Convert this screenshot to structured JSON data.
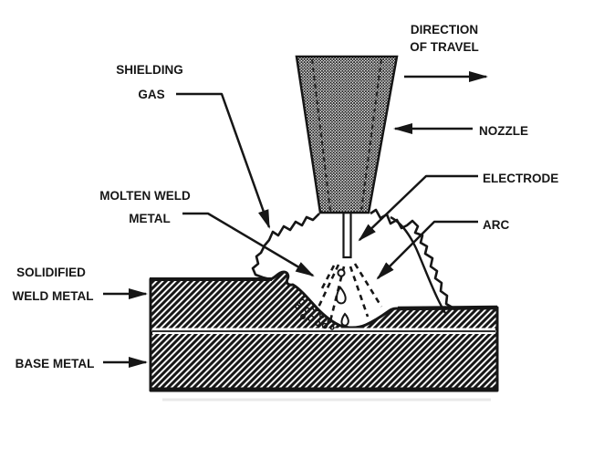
{
  "figure": {
    "background": "#ffffff",
    "ink": "#161616",
    "labels": {
      "direction_of_travel_line1": "DIRECTION",
      "direction_of_travel_line2": "OF TRAVEL",
      "shielding_gas_line1": "SHIELDING",
      "shielding_gas_line2": "GAS",
      "nozzle": "NOZZLE",
      "electrode": "ELECTRODE",
      "arc": "ARC",
      "molten_weld_metal_line1": "MOLTEN WELD",
      "molten_weld_metal_line2": "METAL",
      "solidified_weld_metal_line1": "SOLIDIFIED",
      "solidified_weld_metal_line2": "WELD METAL",
      "base_metal": "BASE METAL"
    }
  }
}
